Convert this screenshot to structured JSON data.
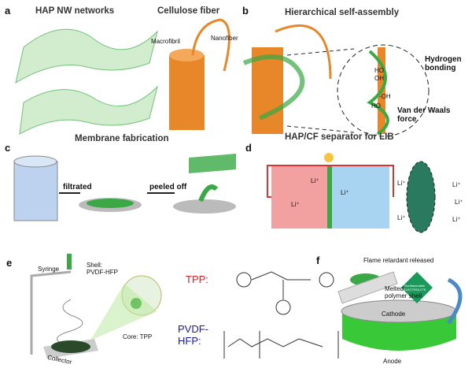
{
  "panels": {
    "a": {
      "label": "a",
      "title_left": "HAP NW networks",
      "title_right": "Cellulose fiber",
      "macrofibril": "Macrofibril",
      "nanofiber": "Nanofiber"
    },
    "b": {
      "label": "b",
      "title": "Hierarchical self-assembly",
      "hbond": "Hydrogen bonding",
      "vdw": "Van der Waals force",
      "oh1": "HO",
      "oh2": "OH",
      "oh3": "-OH",
      "oh4": "HO"
    },
    "c": {
      "label": "c",
      "title": "Membrane fabrication",
      "step1": "filtrated",
      "step2": "peeled off"
    },
    "d": {
      "label": "d",
      "title": "HAP/CF separator for LIB",
      "li": "Li⁺"
    },
    "e": {
      "label": "e",
      "syringe": "Syringe",
      "shell": "Shell:\nPVDF-HFP",
      "core": "Core: TPP",
      "collector": "Collector",
      "tpp": "TPP:",
      "pvdf": "PVDF-\nHFP:",
      "tpp_color": "#d42020",
      "pvdf_color": "#1a1a9a"
    },
    "f": {
      "label": "f",
      "flame": "Flame retardant released",
      "melted": "Melted\npolymer shell",
      "cathode": "Cathode",
      "anode": "Anode",
      "diamond": "Nonflammable\nELECTROLYTE"
    }
  },
  "colors": {
    "green": "#3aa845",
    "orange": "#e8862a",
    "red": "#e23a3a",
    "blue": "#3a8fd8"
  }
}
